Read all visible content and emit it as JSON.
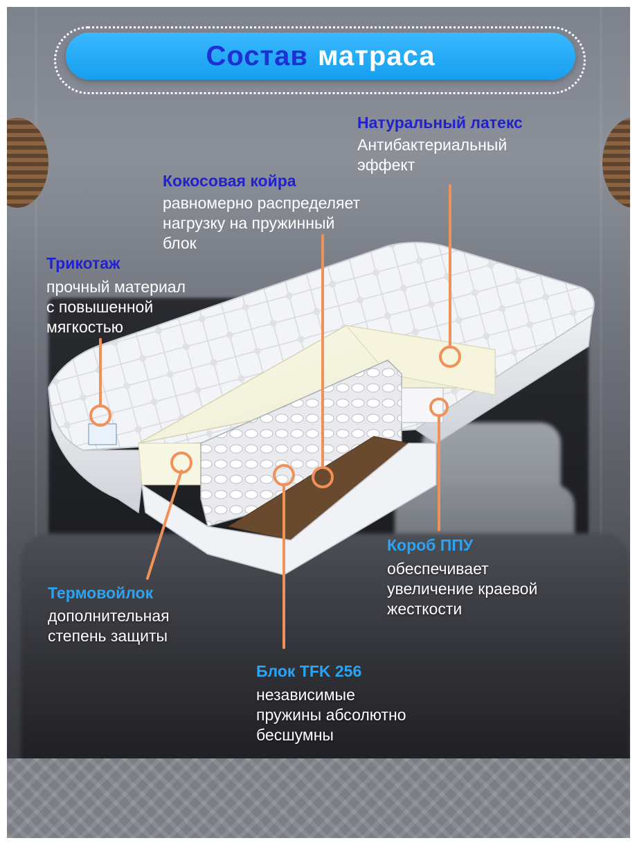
{
  "title": {
    "part1": "Состав",
    "part2": "матраса"
  },
  "labels": {
    "latex": {
      "heading": "Натуральный латекс",
      "line1": "Антибактериальный",
      "line2": "эффект"
    },
    "coir": {
      "heading": "Кокосовая койра",
      "line1": "равномерно распределяет",
      "line2": "нагрузку на пружинный",
      "line3": "блок"
    },
    "knit": {
      "heading": "Трикотаж",
      "line1": "прочный материал",
      "line2": "с повышенной",
      "line3": "мягкостью"
    },
    "felt": {
      "heading": "Термовойлок",
      "line1": "дополнительная",
      "line2": "степень защиты"
    },
    "box": {
      "heading": "Короб ППУ",
      "line1": "обеспечивает",
      "line2": "увеличение краевой",
      "line3": "жесткости"
    },
    "block": {
      "heading": "Блок TFK 256",
      "line1": "независимые",
      "line2": "пружины абсолютно",
      "line3": "бесшумны"
    }
  },
  "colors": {
    "callout": "#f0915a",
    "heading_dark": "#2222cc",
    "heading_light": "#2aa4f4",
    "banner": "#1aa3f2"
  }
}
